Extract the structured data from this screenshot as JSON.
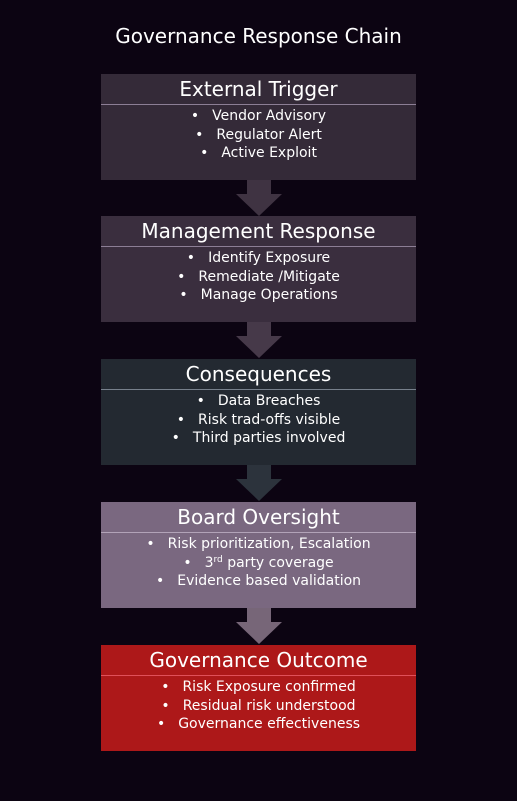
{
  "title": "Governance Response Chain",
  "stages": [
    {
      "heading": "External Trigger",
      "items": [
        "Vendor Advisory",
        "Regulator Alert",
        "Active Exploit"
      ],
      "colors": {
        "fill": "#342a38",
        "rule": "#8c7e95",
        "arrow": "#3f3342"
      }
    },
    {
      "heading": "Management Response",
      "items": [
        "Identify Exposure",
        "Remediate /Mitigate",
        "Manage Operations"
      ],
      "colors": {
        "fill": "#3a2e3e",
        "rule": "#8c7e95",
        "arrow": "#463949"
      }
    },
    {
      "heading": "Consequences",
      "items": [
        "Data Breaches",
        "Risk trad-offs visible",
        "Third parties involved"
      ],
      "colors": {
        "fill": "#232931",
        "rule": "#77808c",
        "arrow": "#2c333c"
      }
    },
    {
      "heading": "Board Oversight",
      "items": [
        "Risk prioritization, Escalation",
        "3",
        "rd",
        " party coverage",
        "Evidence based validation"
      ],
      "colors": {
        "fill": "#7a6880",
        "rule": "#b2a3b8",
        "arrow": "#776678"
      }
    },
    {
      "heading": "Governance Outcome",
      "items": [
        "Risk Exposure confirmed",
        "Residual risk understood",
        "Governance effectiveness"
      ],
      "colors": {
        "fill": "#ad1819",
        "rule": "#e0505a"
      }
    }
  ]
}
